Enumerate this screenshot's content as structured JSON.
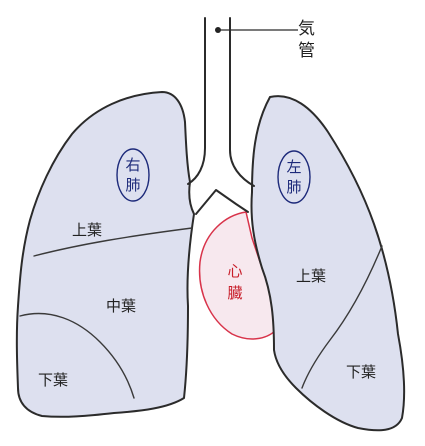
{
  "labels": {
    "trachea": "気管",
    "right_lung": "右肺",
    "left_lung": "左肺",
    "heart": "心臓",
    "right_upper_lobe": "上葉",
    "right_middle_lobe": "中葉",
    "right_lower_lobe": "下葉",
    "left_upper_lobe": "上葉",
    "left_lower_lobe": "下葉"
  },
  "colors": {
    "lung_fill": "#dde0ef",
    "lung_hatch": "#8f99c7",
    "heart_fill": "#f7e8ee",
    "heart_stroke": "#d8334a",
    "ink": "#2b2b2b"
  }
}
